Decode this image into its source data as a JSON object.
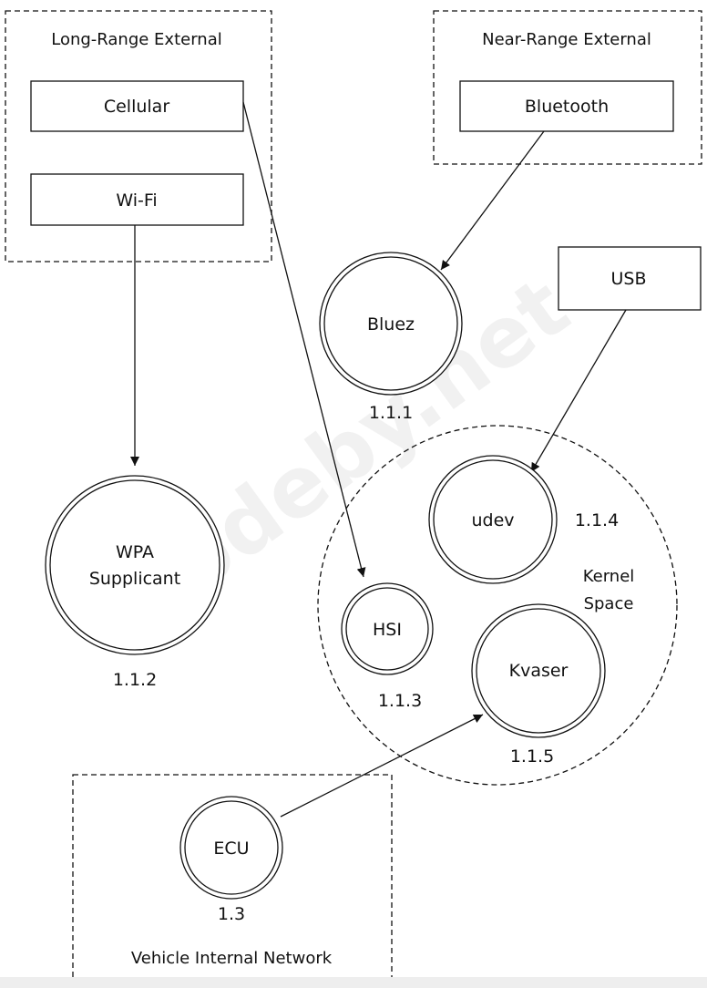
{
  "zones": {
    "long_range": "Long-Range External",
    "near_range": "Near-Range External",
    "kernel_line1": "Kernel",
    "kernel_line2": "Space",
    "vehicle": "Vehicle Internal Network"
  },
  "interfaces": {
    "cellular": "Cellular",
    "wifi": "Wi-Fi",
    "bluetooth": "Bluetooth",
    "usb": "USB"
  },
  "processes": {
    "bluez": {
      "label": "Bluez",
      "id": "1.1.1"
    },
    "wpa": {
      "label_line1": "WPA",
      "label_line2": "Supplicant",
      "id": "1.1.2"
    },
    "hsi": {
      "label": "HSI",
      "id": "1.1.3"
    },
    "udev": {
      "label": "udev",
      "id": "1.1.4"
    },
    "kvaser": {
      "label": "Kvaser",
      "id": "1.1.5"
    },
    "ecu": {
      "label": "ECU",
      "id": "1.3"
    }
  },
  "watermark": "codeby.net",
  "colors": {
    "stroke": "#111111",
    "background": "#ffffff"
  }
}
